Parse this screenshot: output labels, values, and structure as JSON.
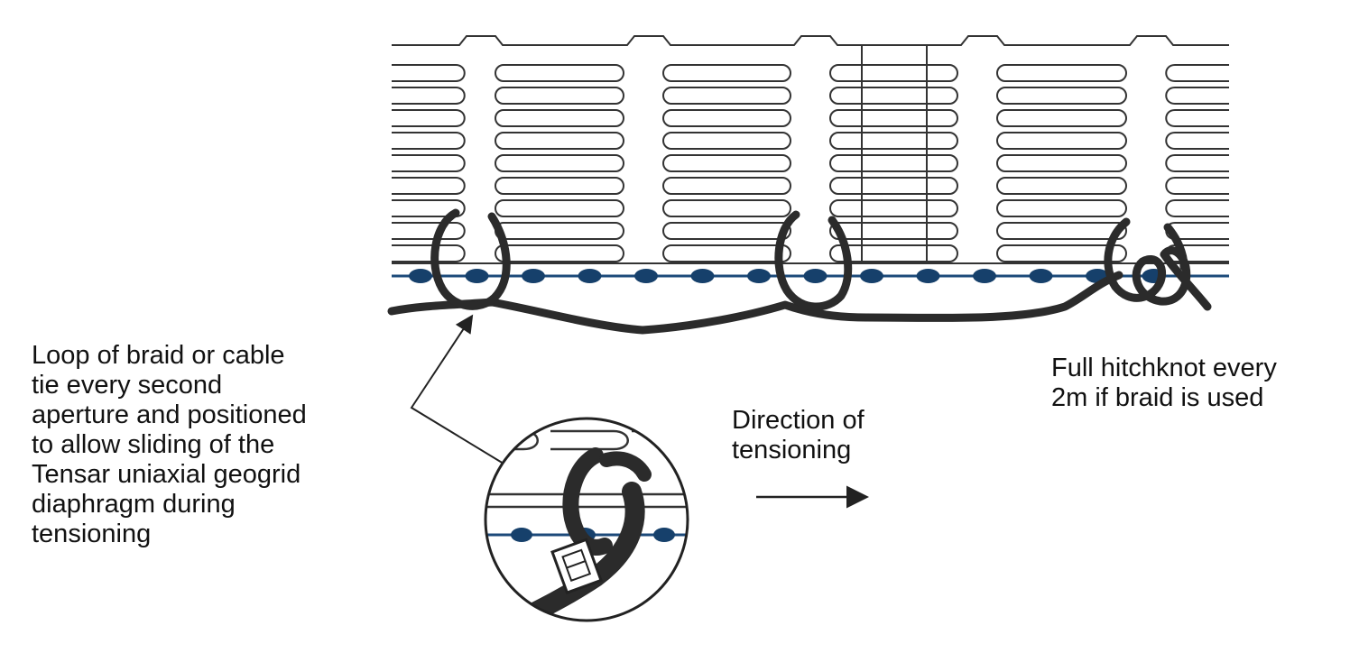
{
  "labels": {
    "loop_tie": "Loop of braid or cable\ntie every second\naperture and positioned\nto allow sliding of the\nTensar uniaxial geogrid\ndiaphragm during\ntensioning",
    "direction": "Direction of\ntensioning",
    "hitchknot": "Full hitchknot every\n2m if braid is used"
  },
  "colors": {
    "grid_stroke": "#333333",
    "braid": "#2b2b2b",
    "bodkin_line": "#1c4a7a",
    "bodkin_bead": "#16406b",
    "background": "#ffffff"
  },
  "icons": {
    "arrow": "arrow-right-icon",
    "detail": "cable-tie-detail-circle"
  }
}
